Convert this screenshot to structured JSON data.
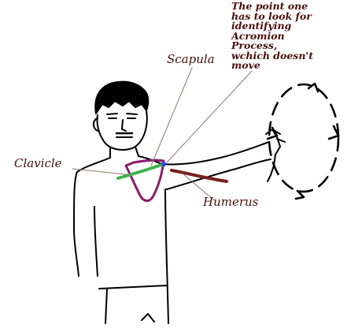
{
  "labels": {
    "scapula": "Scapula",
    "clavicle": "Clavicle",
    "humerus": "Humerus"
  },
  "note": {
    "lines": [
      "The point one",
      "has to look for",
      "identifying",
      "Acromion",
      "Process,",
      "wchich doesn't",
      "move"
    ]
  },
  "colors": {
    "label_text": "#4a0e0e",
    "outline": "#000000",
    "clavicle": "#3cb44b",
    "scapula": "#8b1a6b",
    "humerus": "#7a1f1f",
    "pointer_lines": "#8a7a6a",
    "acromion_point": "#3a4fd0"
  },
  "icons": {
    "rotation": "circular-rotation-arrows-icon"
  }
}
